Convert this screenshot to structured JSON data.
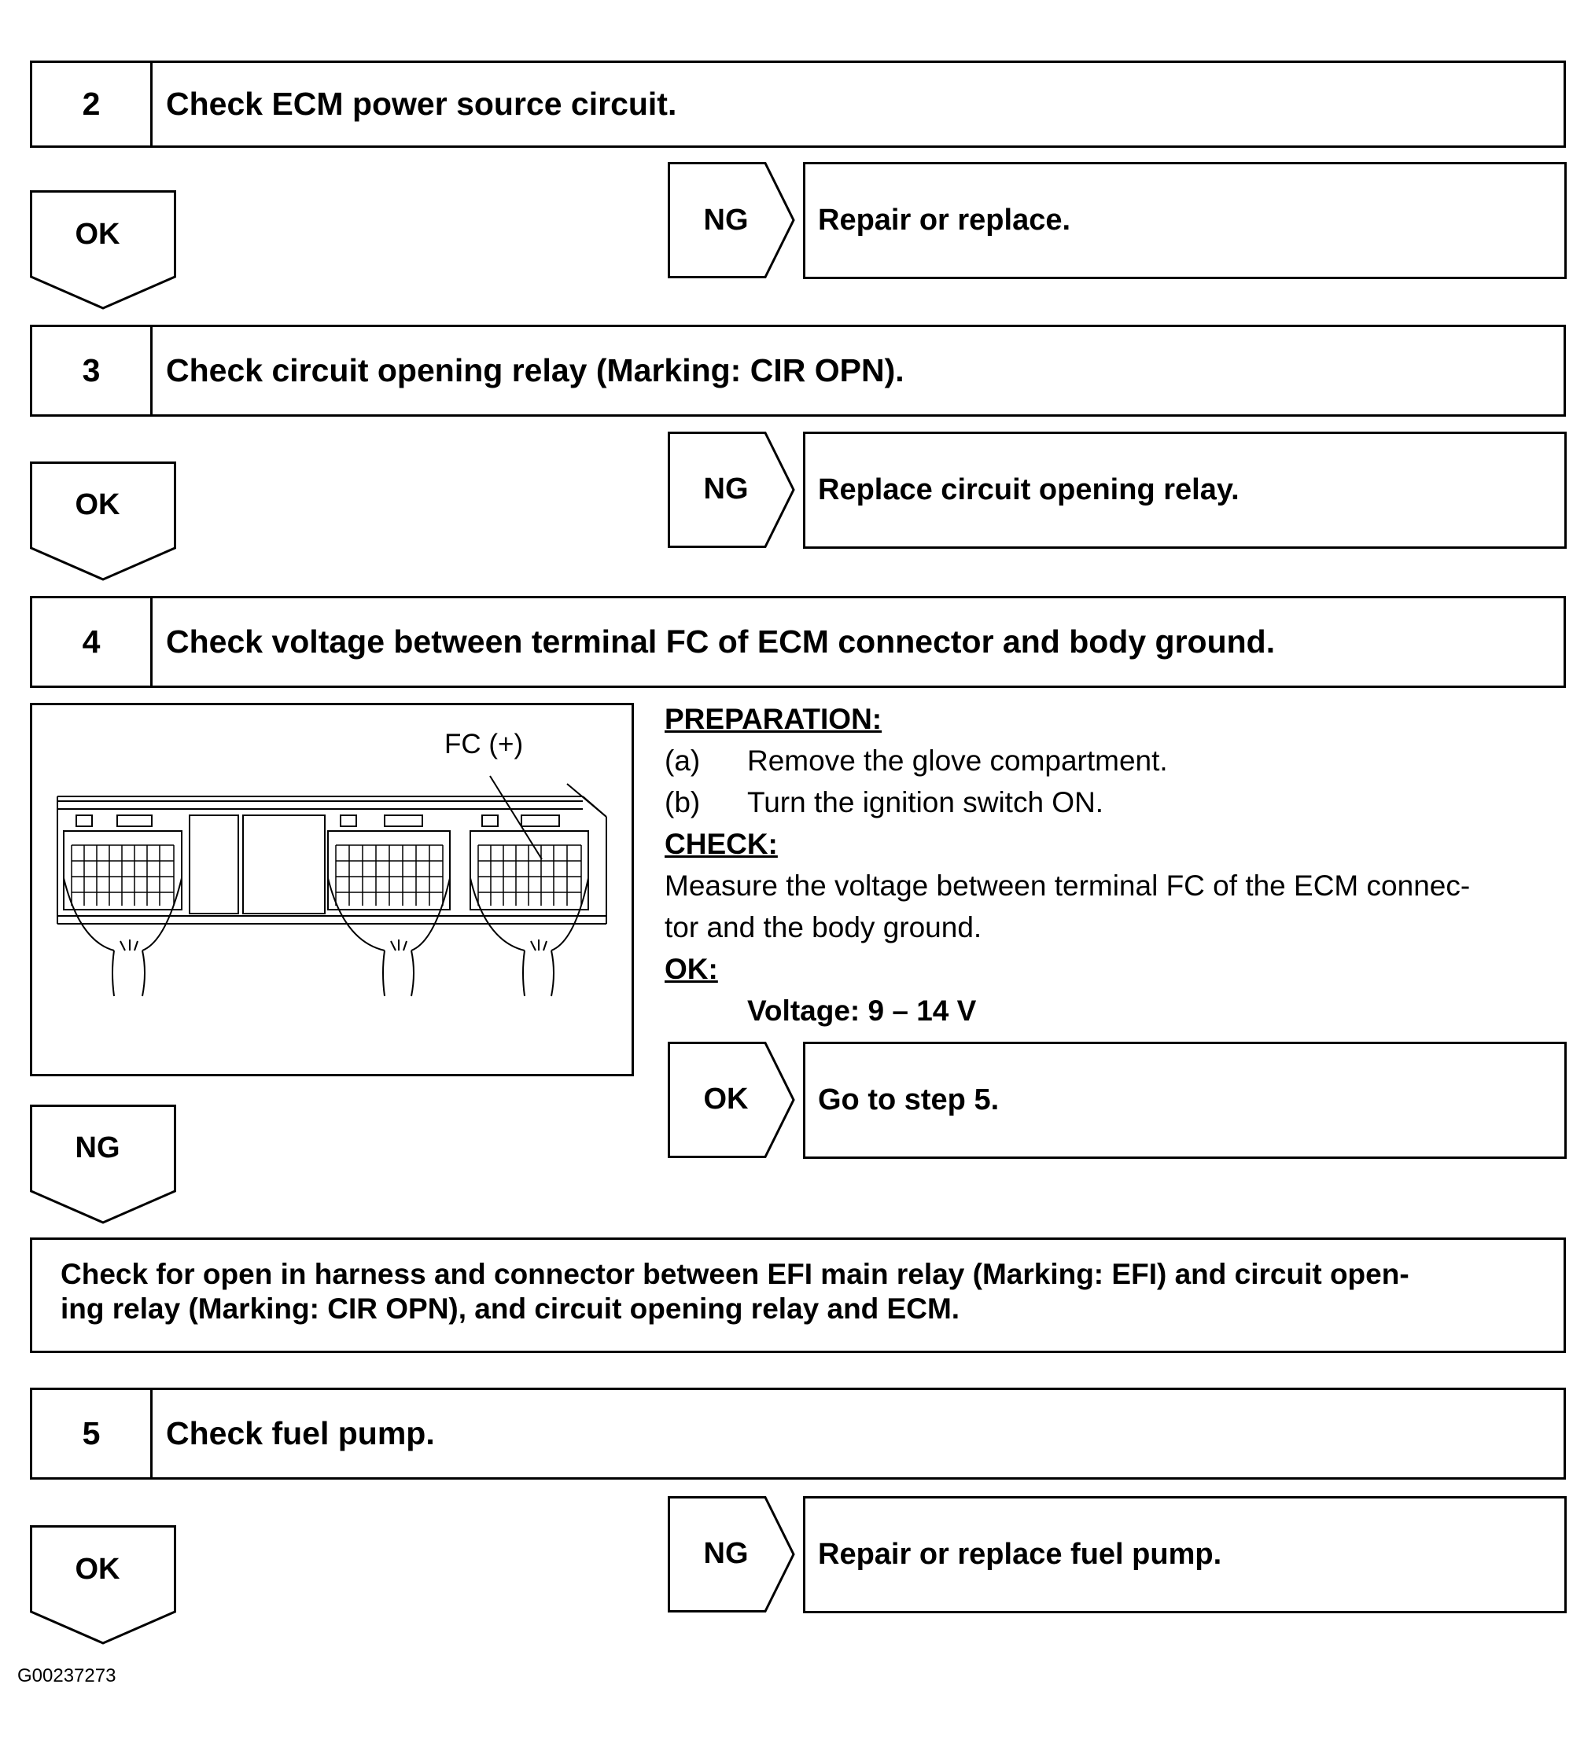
{
  "steps": [
    {
      "number": "2",
      "title": "Check ECM power source circuit.",
      "ok_label": "OK",
      "ng_label": "NG",
      "ng_action": "Repair or replace."
    },
    {
      "number": "3",
      "title": "Check circuit opening relay (Marking: CIR OPN).",
      "ok_label": "OK",
      "ng_label": "NG",
      "ng_action": "Replace circuit opening relay."
    },
    {
      "number": "4",
      "title": "Check voltage between terminal FC of ECM connector and body ground.",
      "ok_label": "OK",
      "ng_label": "NG",
      "ok_action": "Go to step 5."
    },
    {
      "number": "5",
      "title": "Check fuel pump.",
      "ok_label": "OK",
      "ng_label": "NG",
      "ng_action": "Repair or replace fuel pump."
    }
  ],
  "step4_detail": {
    "diagram_label": "FC (+)",
    "preparation_heading": "PREPARATION:",
    "preparation_items": [
      {
        "letter": "(a)",
        "text": "Remove the glove compartment."
      },
      {
        "letter": "(b)",
        "text": "Turn the ignition switch ON."
      }
    ],
    "check_heading": "CHECK:",
    "check_line1": "Measure the voltage between terminal FC of the ECM connec-",
    "check_line2": "tor and the body ground.",
    "ok_heading": "OK:",
    "ok_spec": "Voltage: 9 – 14 V"
  },
  "harness_check": {
    "line1": "Check for open in harness and connector between EFI main relay (Marking: EFI) and circuit open-",
    "line2": "ing relay (Marking: CIR OPN), and circuit opening relay and ECM."
  },
  "figure_id": "G00237273"
}
